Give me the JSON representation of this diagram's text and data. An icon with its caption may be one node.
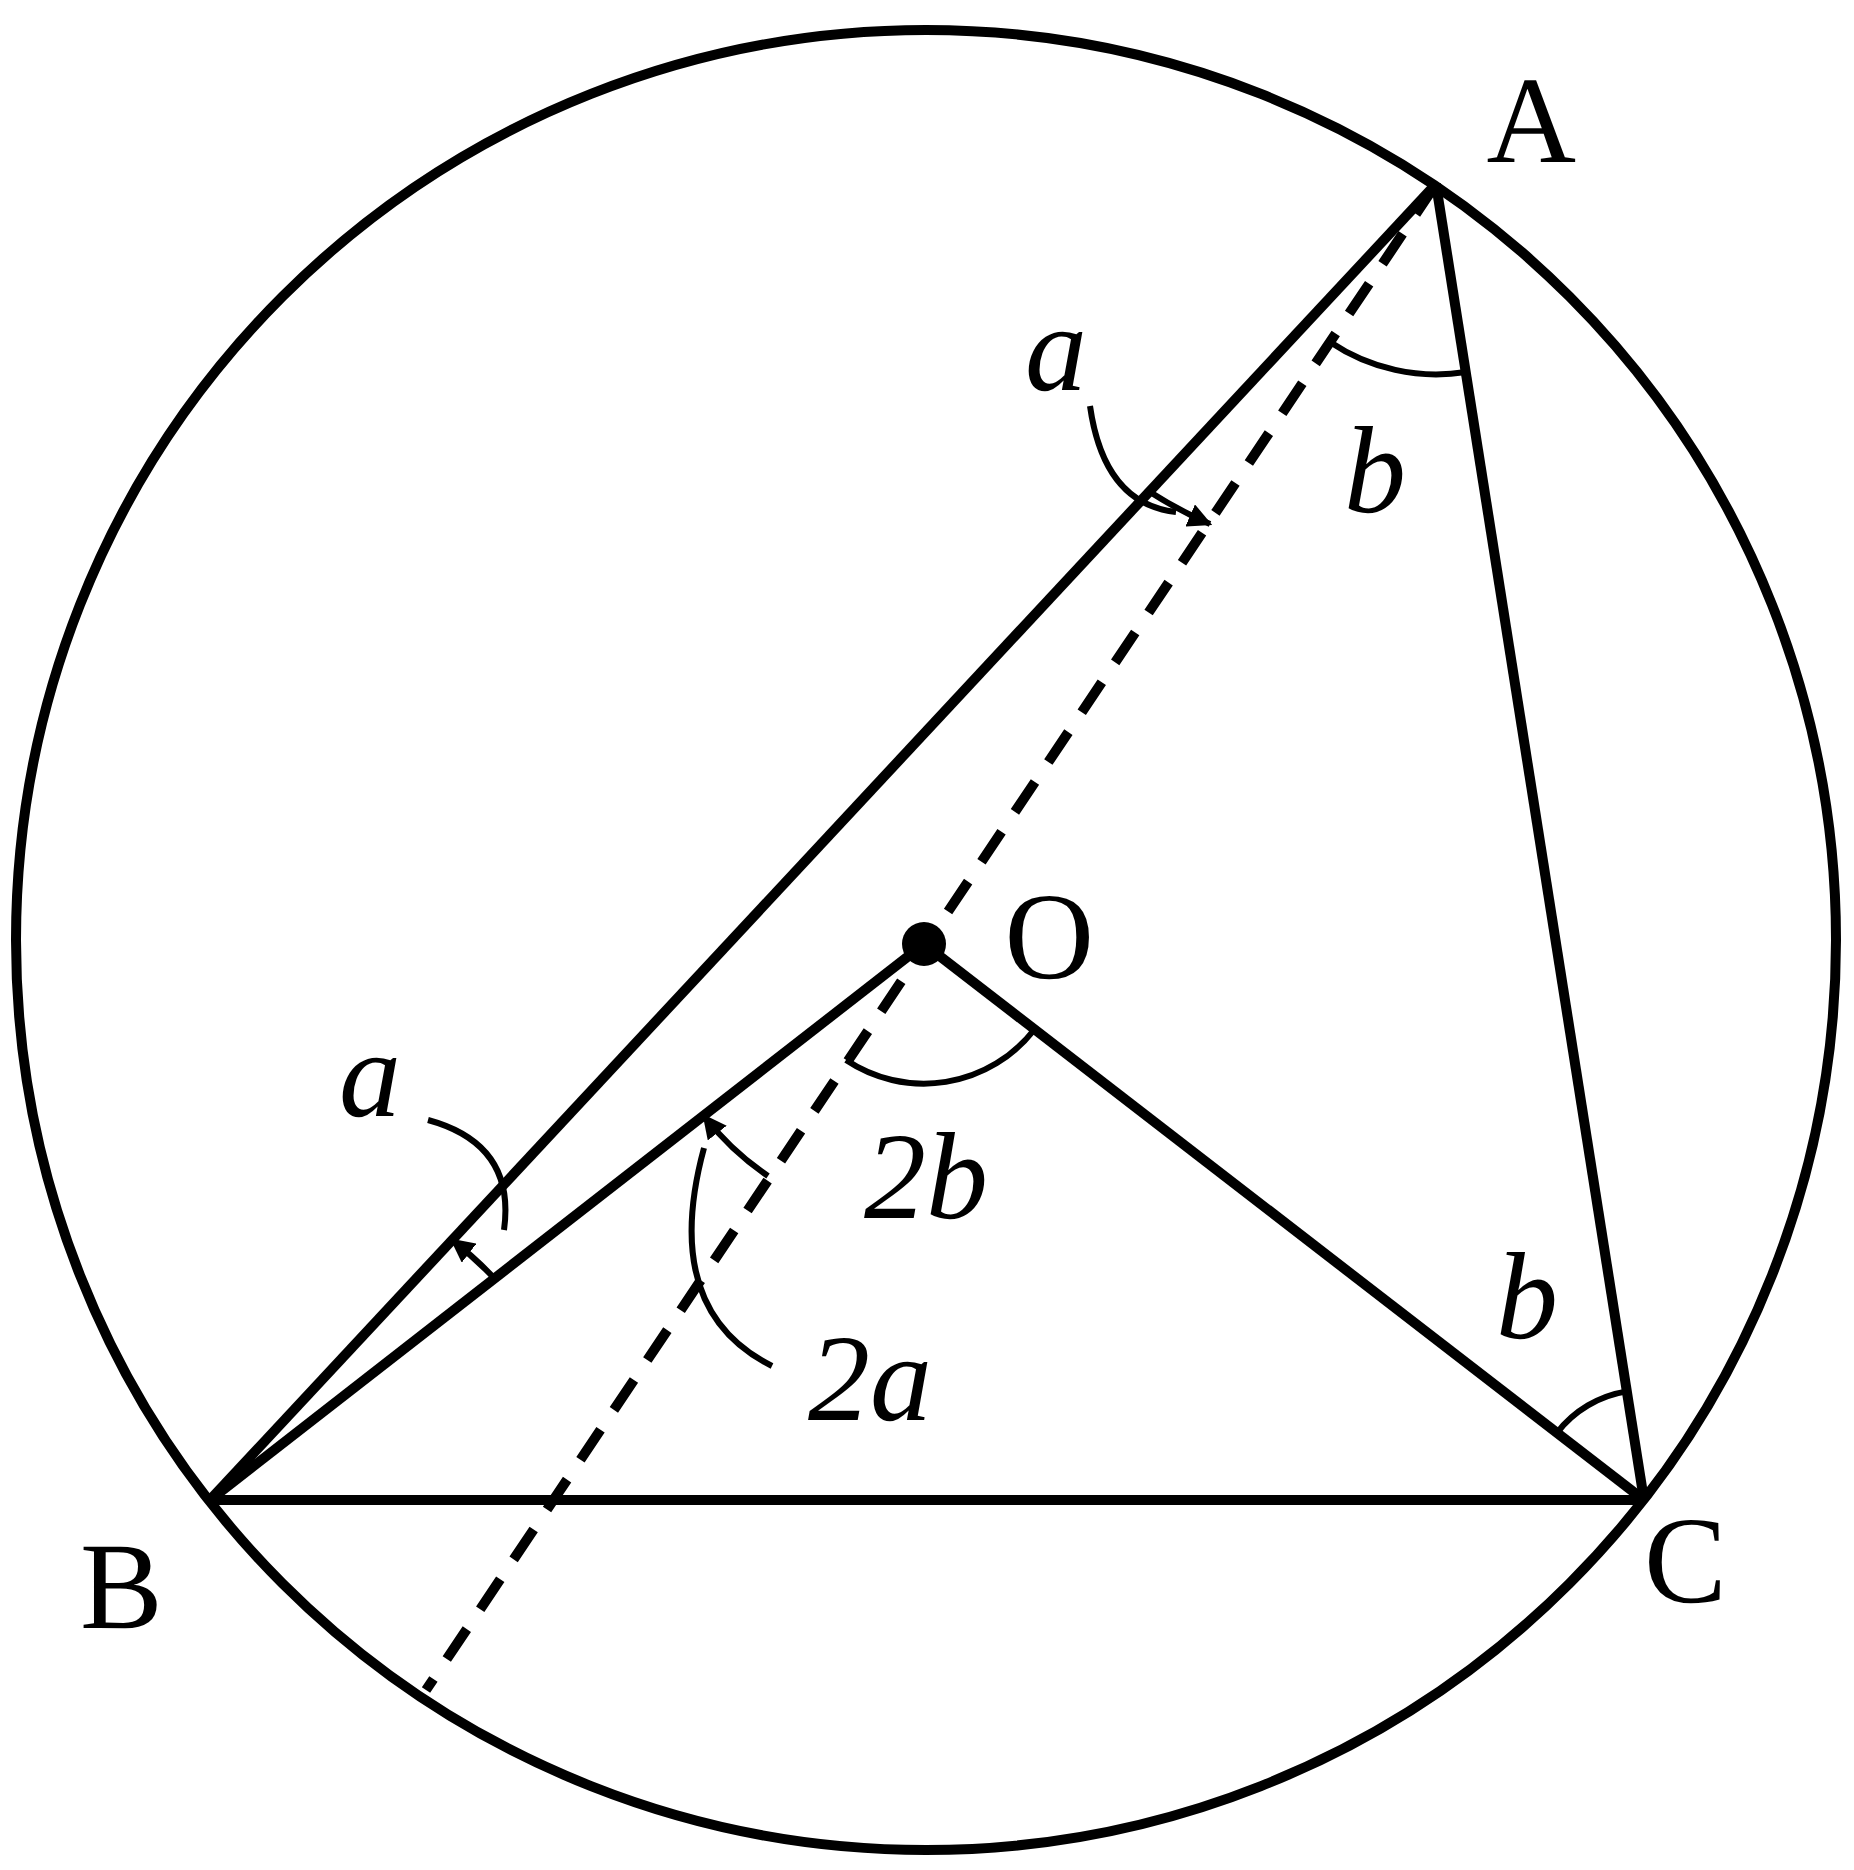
{
  "diagram": {
    "nodes": [
      {
        "text": [
          "A"
        ]
      },
      {
        "text": [
          "B"
        ]
      },
      {
        "text": [
          "C"
        ]
      },
      {
        "text": [
          "O"
        ]
      },
      {
        "text": [
          "a"
        ]
      },
      {
        "text": [
          "a"
        ]
      },
      {
        "text": [
          "2a"
        ]
      }
    ],
    "edges": [
      {
        "from": 0,
        "to": 1,
        "arrow": "none"
      },
      {
        "from": 0,
        "to": 2,
        "arrow": "none"
      },
      {
        "from": 1,
        "to": 2,
        "arrow": "none"
      },
      {
        "from": 3,
        "to": 1,
        "arrow": "none"
      },
      {
        "from": 3,
        "to": 2,
        "arrow": "none"
      },
      {
        "from": 0,
        "to": null,
        "arrow": "none",
        "style": "dashed"
      },
      {
        "from": 4,
        "to": null,
        "arrow": "none"
      },
      {
        "from": 5,
        "to": null,
        "arrow": "none"
      },
      {
        "from": 6,
        "to": null,
        "arrow": "none"
      }
    ],
    "labels": [
      "b",
      "2b",
      "b"
    ]
  }
}
